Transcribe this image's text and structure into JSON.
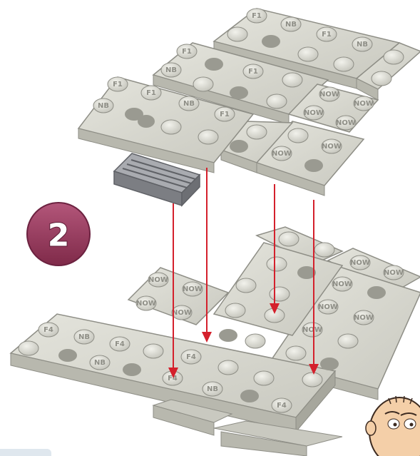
{
  "step": {
    "number": "2",
    "badge_color": "#9c3f5f"
  },
  "colors": {
    "plate": "#d6d6cd",
    "plate_side": "#b8b8ae",
    "plate_edge": "#8e8e86",
    "stud": "#e2e2da",
    "hole": "#9a9a91",
    "tile": "#8f9196",
    "arrow": "#d4202c"
  },
  "stud_labels": {
    "top_assembly": [
      "F1",
      "NB",
      "F1",
      "NB",
      "F1",
      "NB",
      "F1",
      "F1",
      "NB",
      "F1",
      "NB",
      "F1"
    ],
    "top_right_plates": [
      "NOW",
      "NOW",
      "NOW",
      "NOW",
      "NOW",
      "NOW"
    ],
    "bottom_left": [
      "F4",
      "NB",
      "F4",
      "NB",
      "F4",
      "F4",
      "NB",
      "F4"
    ],
    "bottom_middle": [
      "NOW",
      "NOW",
      "NOW",
      "NOW"
    ],
    "bottom_right": [
      "NOW",
      "NOW",
      "NOW",
      "NOW",
      "NOW",
      "NOW"
    ]
  },
  "parts": {
    "tile": "grille-tile-1x2",
    "arrows": [
      "arrow-1",
      "arrow-2",
      "arrow-3",
      "arrow-4"
    ]
  },
  "character": "minifig-head"
}
